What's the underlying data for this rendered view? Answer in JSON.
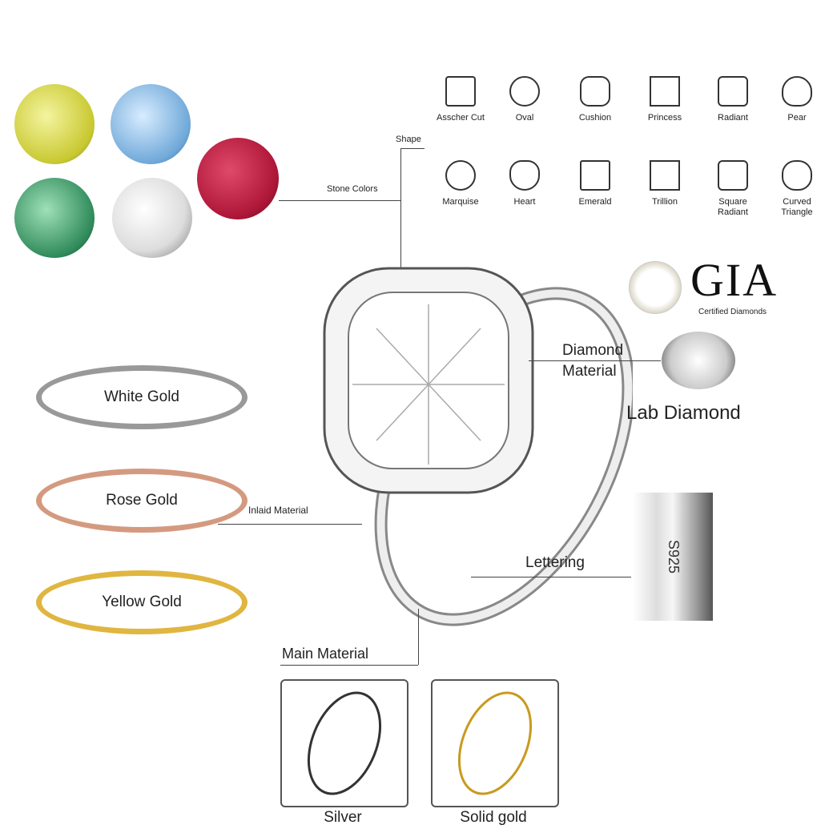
{
  "stone_colors": {
    "label": "Stone Colors",
    "colors": [
      {
        "name": "yellow",
        "hex": "#d8d84a"
      },
      {
        "name": "blue",
        "hex": "#6fa8d8"
      },
      {
        "name": "red",
        "hex": "#b0183a"
      },
      {
        "name": "green",
        "hex": "#2f8a5a"
      },
      {
        "name": "white",
        "hex": "#e8e8e8"
      }
    ]
  },
  "shapes": {
    "label": "Shape",
    "items": [
      "Asscher Cut",
      "Oval",
      "Cushion",
      "Princess",
      "Radiant",
      "Pear",
      "Marquise",
      "Heart",
      "Emerald",
      "Trillion",
      "Square Radiant",
      "Curved Triangle"
    ]
  },
  "certificate": {
    "logo": "GIA",
    "subtitle": "Certified Diamonds"
  },
  "diamond": {
    "label": "Diamond Material",
    "value": "Lab Diamond"
  },
  "inlaid": {
    "label": "Inlaid Material",
    "options": [
      "White Gold",
      "Rose Gold",
      "Yellow Gold"
    ]
  },
  "lettering": {
    "label": "Lettering",
    "stamp": "S925"
  },
  "main_material": {
    "label": "Main Material",
    "options": [
      "Silver",
      "Solid gold"
    ]
  }
}
